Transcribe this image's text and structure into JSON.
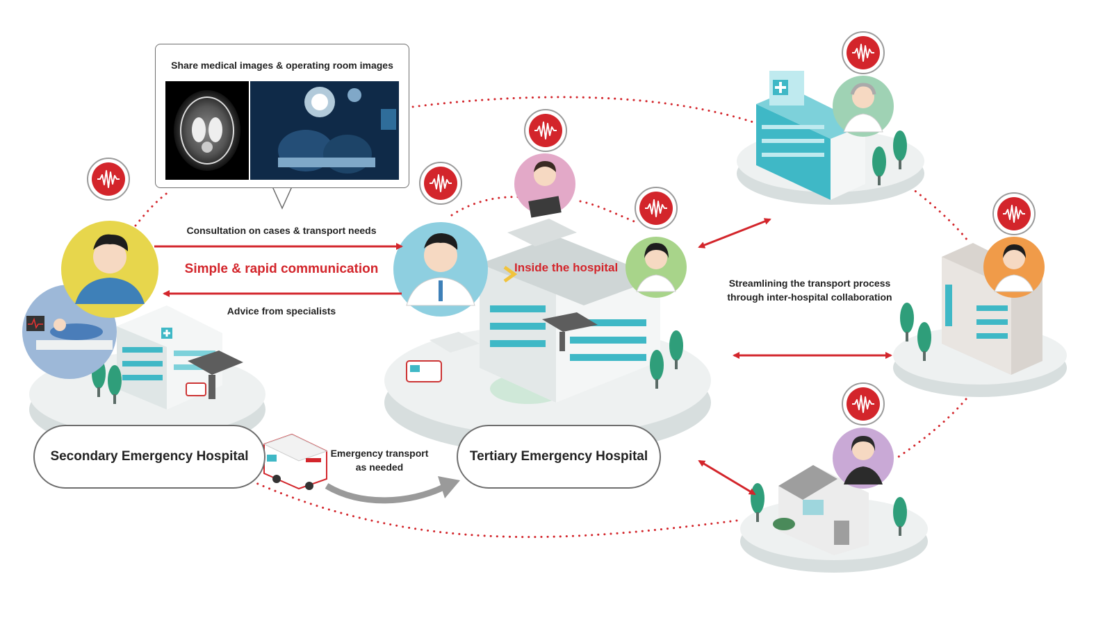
{
  "bubble": {
    "title": "Share medical images & operating room images"
  },
  "links": {
    "consultation": "Consultation on cases & transport needs",
    "simple_rapid": "Simple & rapid communication",
    "advice": "Advice from specialists",
    "inside_hospital": "Inside the hospital",
    "streamlining_line1": "Streamlining the transport process",
    "streamlining_line2": "through inter-hospital collaboration",
    "transport_line1": "Emergency transport",
    "transport_line2": "as needed"
  },
  "hospitals": {
    "secondary": "Secondary Emergency Hospital",
    "tertiary": "Tertiary Emergency Hospital"
  },
  "colors": {
    "accent_red": "#d3252b",
    "teal": "#3fb8c6",
    "platform": "#e8ecec",
    "arrow_gray": "#9a9a9a"
  },
  "icons": [
    "audio-wave-icon",
    "doctor-avatar",
    "hospital-building",
    "ambulance",
    "tree",
    "mri-scan-image",
    "operating-room-image"
  ]
}
